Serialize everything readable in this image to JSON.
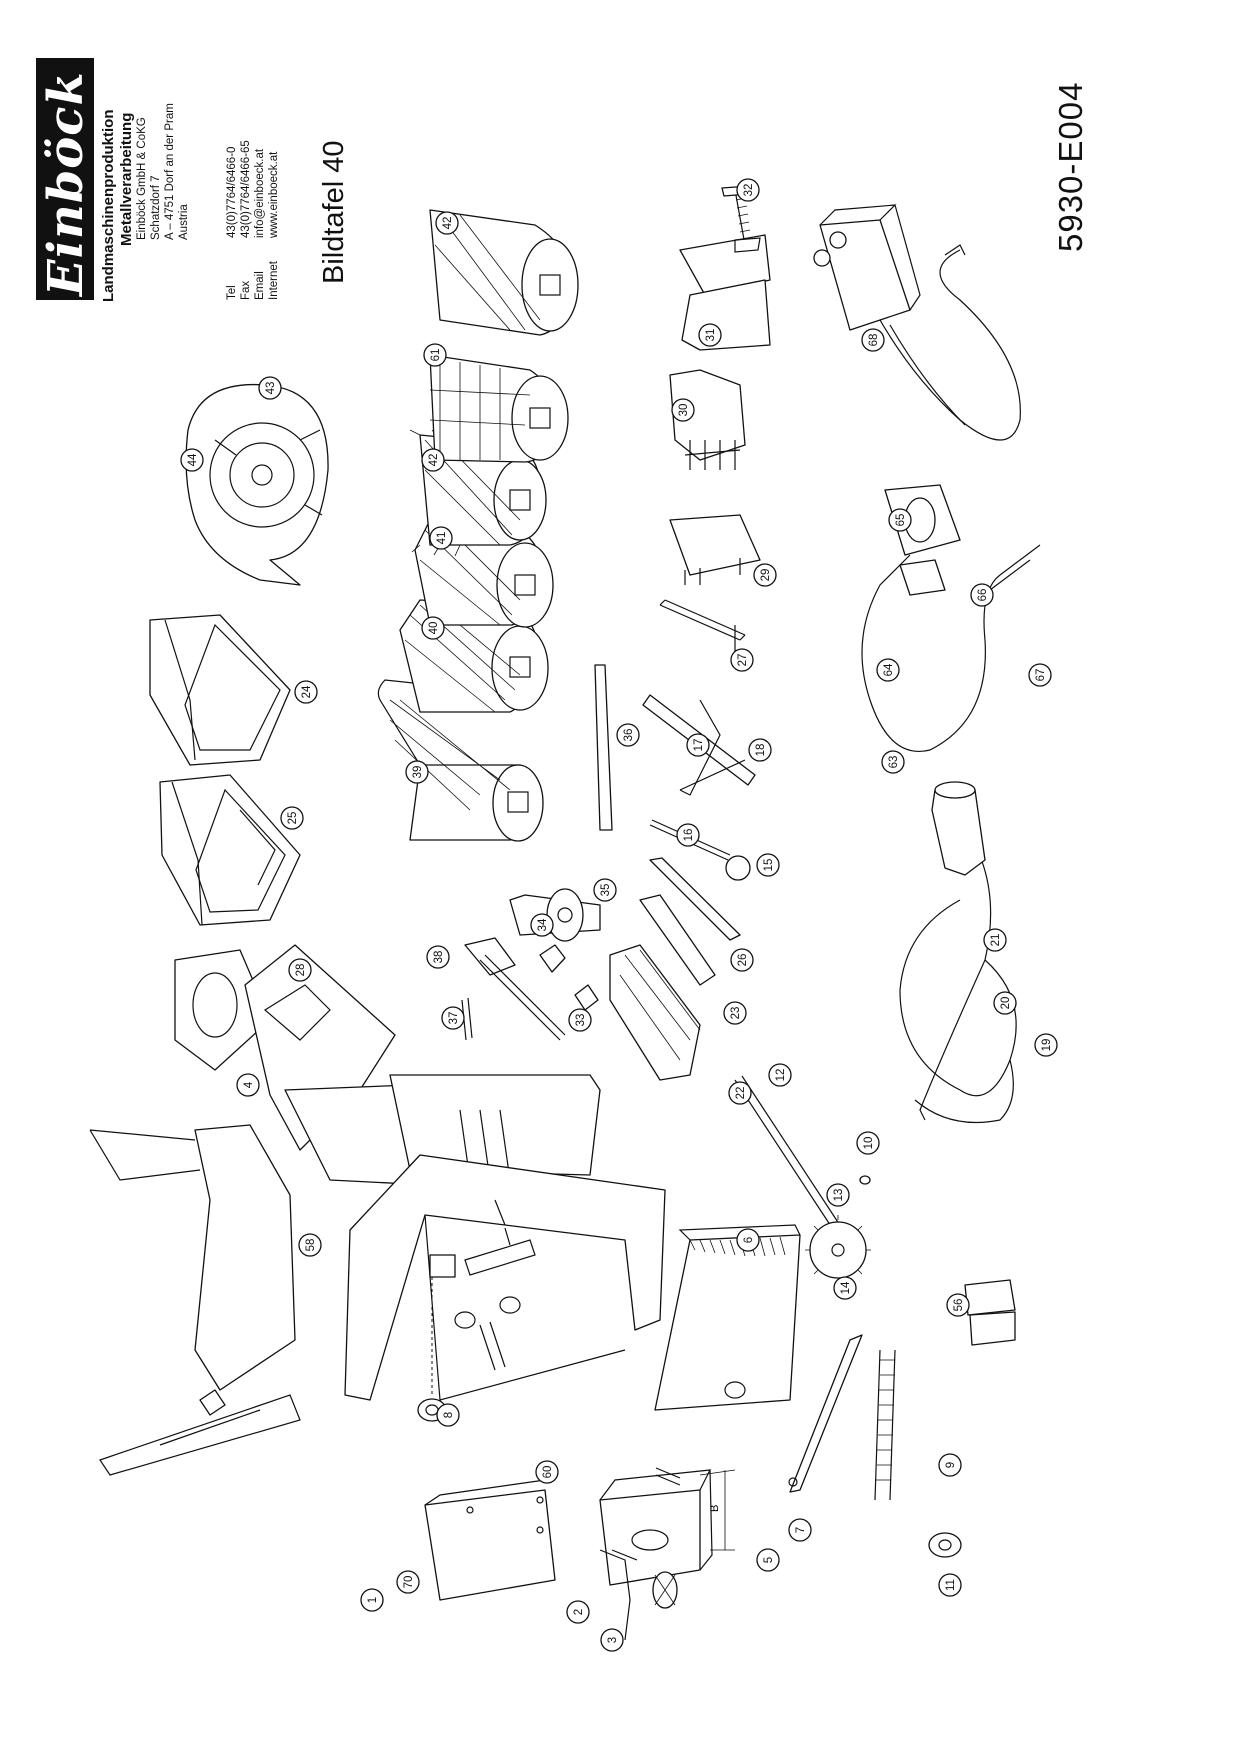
{
  "brand": {
    "logo": "Einböck",
    "tagline_1": "Landmaschinenproduktion",
    "tagline_2": "Metallverarbeitung",
    "company": "Einböck GmbH & CoKG",
    "street": "Schatzdorf 7",
    "city": "A – 4751 Dorf an der Pram",
    "country": "Austria"
  },
  "contact": {
    "tel_label": "Tel",
    "tel": "43(0)7764/6466-0",
    "fax_label": "Fax",
    "fax": "43(0)7764/6466-65",
    "email_label": "Email",
    "email": "info@einboeck.at",
    "internet_label": "Internet",
    "internet": "www.einboeck.at"
  },
  "title": "Bildtafel 40",
  "doc_number": "5930-E004",
  "dimension_label": "B",
  "callouts": [
    "1",
    "2",
    "3",
    "4",
    "5",
    "6",
    "7",
    "8",
    "9",
    "10",
    "11",
    "12",
    "13",
    "14",
    "15",
    "16",
    "17",
    "18",
    "19",
    "20",
    "21",
    "22",
    "23",
    "24",
    "25",
    "26",
    "27",
    "28",
    "29",
    "30",
    "31",
    "32",
    "33",
    "34",
    "35",
    "36",
    "37",
    "38",
    "39",
    "40",
    "41",
    "42",
    "42",
    "43",
    "44",
    "56",
    "58",
    "60",
    "61",
    "63",
    "64",
    "65",
    "66",
    "67",
    "68",
    "70"
  ],
  "colors": {
    "ink": "#111111",
    "paper": "#ffffff"
  }
}
